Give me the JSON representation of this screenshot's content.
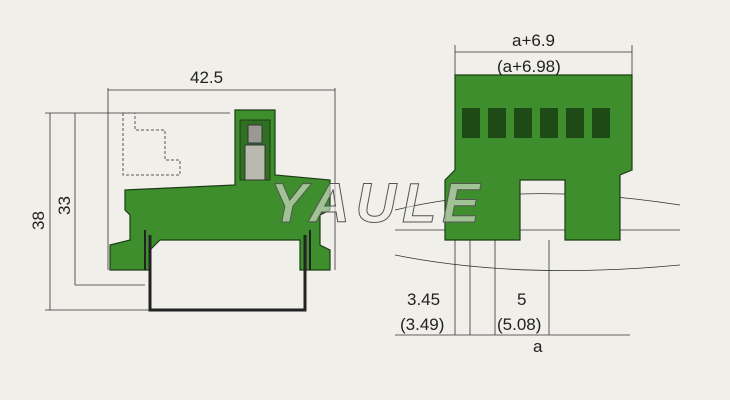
{
  "left_view": {
    "width_label": "42.5",
    "height_label": "38",
    "height2_label": "33"
  },
  "right_view": {
    "top_label": "a+6.9",
    "top_label_alt": "(a+6.98)",
    "offset_label": "3.45",
    "offset_label_alt": "(3.49)",
    "pitch_label": "5",
    "pitch_label_alt": "(5.08)",
    "a_label": "a"
  },
  "watermark": "YAULE",
  "colors": {
    "body": "#3e8e2e",
    "background": "#f1efea"
  }
}
